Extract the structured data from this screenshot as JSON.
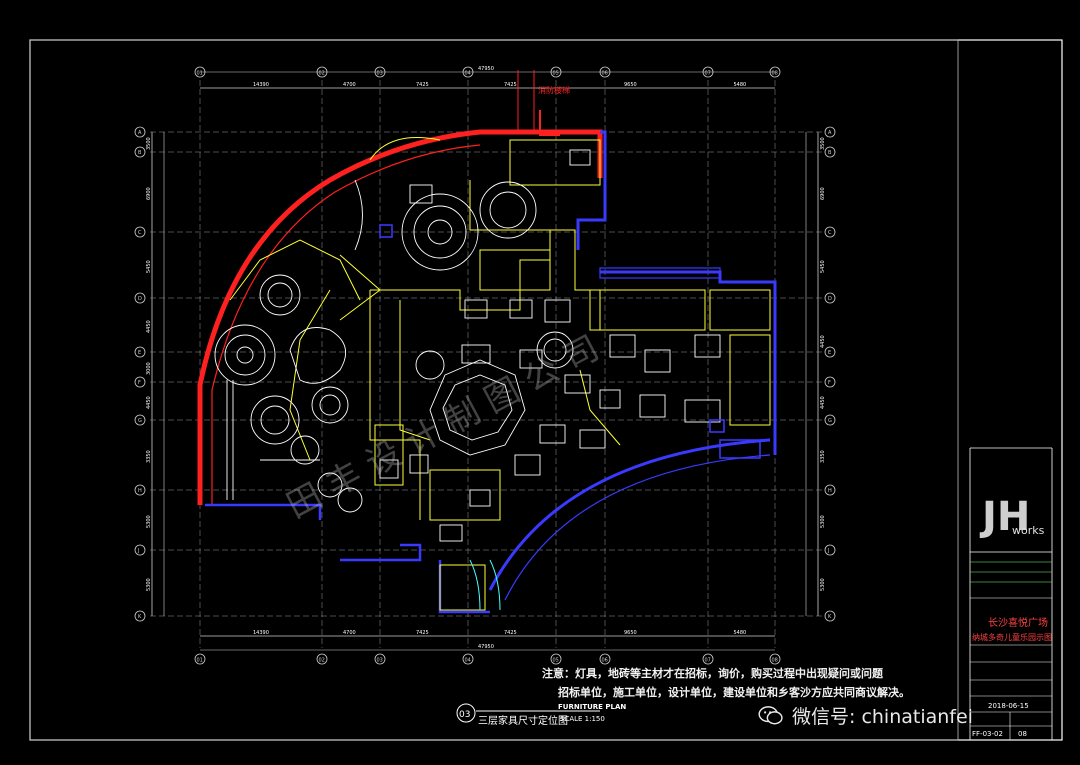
{
  "drawing": {
    "grid_numbers_top": [
      "01",
      "02",
      "03",
      "04",
      "05",
      "06",
      "07",
      "08"
    ],
    "grid_letters_left": [
      "A",
      "B",
      "C",
      "D",
      "E",
      "F",
      "G",
      "H",
      "J",
      "K"
    ],
    "dims_top": [
      "14390",
      "4700",
      "7425",
      "7425",
      "9650",
      "5480"
    ],
    "dims_top_total": "47950",
    "dims_bottom": [
      "14390",
      "4700",
      "7425",
      "7425",
      "9650",
      "5480"
    ],
    "dims_bottom_total": "47950",
    "dims_left": [
      "3500",
      "6900",
      "5450",
      "4450",
      "3000",
      "4450",
      "3350",
      "5300",
      "5300"
    ],
    "dims_right": [
      "3500",
      "6900",
      "5450",
      "4450",
      "4450",
      "3350",
      "5300",
      "5300"
    ],
    "stair_label": "消防楼梯"
  },
  "notes": {
    "line1": "注意：灯具，地砖等主材才在招标，询价，购买过程中出现疑问或问题",
    "line2": "招标单位，施工单位，设计单位，建设单位和乡客沙方应共同商议解决。"
  },
  "plan_title": {
    "number": "03",
    "en": "FURNITURE PLAN",
    "cn": "三层家具尺寸定位图",
    "scale": "SCALE 1:150"
  },
  "title_block": {
    "logo": "JH",
    "logo_sub": "works",
    "project": "长沙喜悦广场",
    "subtitle": "纳城多奇儿童乐园示图",
    "date": "2018-06-15",
    "sheet_no": "FF-03-02",
    "sheet_index": "08"
  },
  "watermark": {
    "text": "微信号: chinatianfei"
  },
  "colors": {
    "outline": "#ff2020",
    "blue": "#3a3aff",
    "yellow": "#ffff33",
    "white": "#ffffff",
    "grid": "#d0d0d0",
    "cyan": "#40ffff"
  }
}
